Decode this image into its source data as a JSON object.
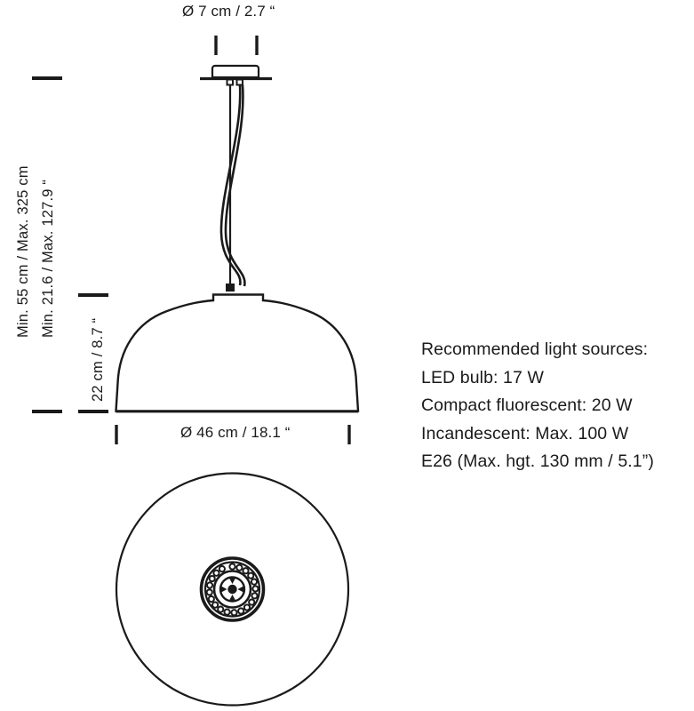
{
  "drawing": {
    "title": "Pendant lamp technical dimension drawing",
    "line_color": "#1a1a1a",
    "background_color": "#ffffff"
  },
  "dimensions": {
    "top_diameter_label": "Ø 7 cm / 2.7 “",
    "bottom_diameter_label": "Ø 46 cm / 18.1 “",
    "drop_label_cm": "Min. 55 cm / Max. 325 cm",
    "drop_label_in": "Min. 21.6 / Max. 127.9 “",
    "shade_height_label": "22 cm / 8.7 “"
  },
  "specs": {
    "heading": "Recommended light sources:",
    "lines": [
      "LED bulb: 17 W",
      "Compact fluorescent: 20 W",
      "Incandescent: Max. 100 W",
      "E26 (Max. hgt. 130 mm / 5.1”)"
    ]
  }
}
